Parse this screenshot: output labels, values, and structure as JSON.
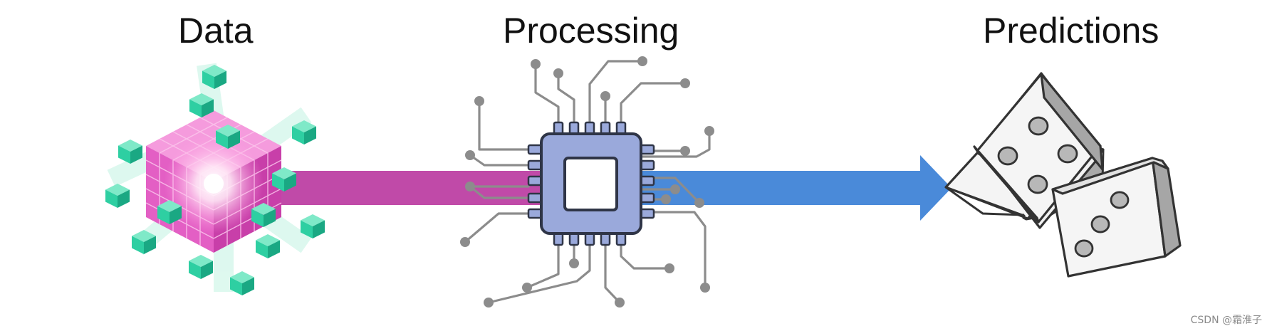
{
  "stages": [
    {
      "id": "data",
      "label": "Data"
    },
    {
      "id": "processing",
      "label": "Processing"
    },
    {
      "id": "predictions",
      "label": "Predictions"
    }
  ],
  "watermark": "CSDN @霜淮子",
  "colors": {
    "data_arrow": "#c04aa8",
    "processing_arrow": "#4a8ad9",
    "chip_body": "#9aa9db",
    "chip_stroke": "#2f3547",
    "circuit_trace": "#8c8c8c",
    "cube_magenta": "#e35fc4",
    "cube_teal": "#2ecfa2",
    "dice_pip": "#b8b8b8"
  },
  "icons": [
    "data-cube-icon",
    "processor-chip-icon",
    "dice-icon"
  ]
}
